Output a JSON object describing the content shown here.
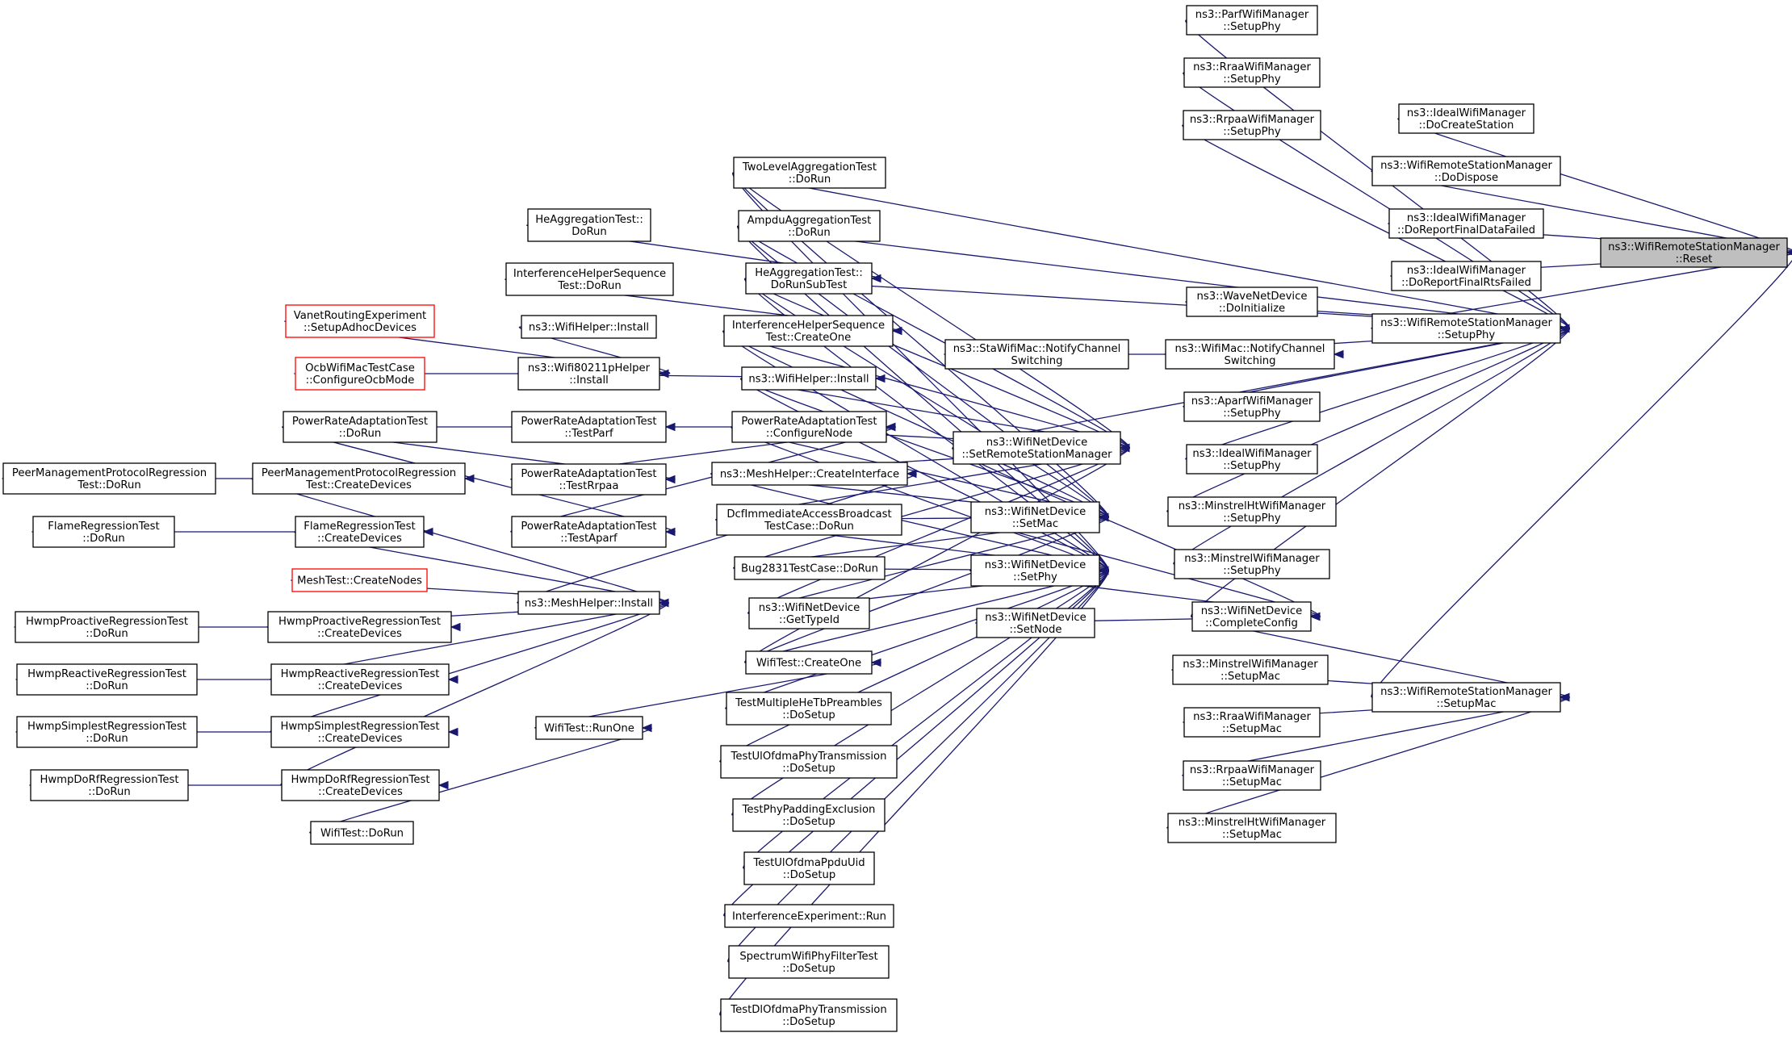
{
  "graph": {
    "edge_color": "#191970",
    "highlight_color": "#bfbfbf",
    "link_border_color": "#000000",
    "undocumented_border_color": "#ff0000",
    "nodes": [
      {
        "id": "reset",
        "lines": [
          "ns3::WifiRemoteStationManager",
          "::Reset"
        ],
        "style": "current"
      },
      {
        "id": "idealCreate",
        "lines": [
          "ns3::IdealWifiManager",
          "::DoCreateStation"
        ]
      },
      {
        "id": "wrsmDispose",
        "lines": [
          "ns3::WifiRemoteStationManager",
          "::DoDispose"
        ]
      },
      {
        "id": "idealData",
        "lines": [
          "ns3::IdealWifiManager",
          "::DoReportFinalDataFailed"
        ]
      },
      {
        "id": "idealRts",
        "lines": [
          "ns3::IdealWifiManager",
          "::DoReportFinalRtsFailed"
        ]
      },
      {
        "id": "setupPhy",
        "lines": [
          "ns3::WifiRemoteStationManager",
          "::SetupPhy"
        ]
      },
      {
        "id": "setupMac",
        "lines": [
          "ns3::WifiRemoteStationManager",
          "::SetupMac"
        ]
      },
      {
        "id": "parfPhy",
        "lines": [
          "ns3::ParfWifiManager",
          "::SetupPhy"
        ]
      },
      {
        "id": "rraaPhy",
        "lines": [
          "ns3::RraaWifiManager",
          "::SetupPhy"
        ]
      },
      {
        "id": "rrpaaPhy",
        "lines": [
          "ns3::RrpaaWifiManager",
          "::SetupPhy"
        ]
      },
      {
        "id": "waveInit",
        "lines": [
          "ns3::WaveNetDevice",
          "::DoInitialize"
        ]
      },
      {
        "id": "wifiMacNotify",
        "lines": [
          "ns3::WifiMac::NotifyChannel",
          "Switching"
        ]
      },
      {
        "id": "staNotify",
        "lines": [
          "ns3::StaWifiMac::NotifyChannel",
          "Switching"
        ]
      },
      {
        "id": "aparfPhy",
        "lines": [
          "ns3::AparfWifiManager",
          "::SetupPhy"
        ]
      },
      {
        "id": "idealPhy",
        "lines": [
          "ns3::IdealWifiManager",
          "::SetupPhy"
        ]
      },
      {
        "id": "minHtPhy",
        "lines": [
          "ns3::MinstrelHtWifiManager",
          "::SetupPhy"
        ]
      },
      {
        "id": "minPhy",
        "lines": [
          "ns3::MinstrelWifiManager",
          "::SetupPhy"
        ]
      },
      {
        "id": "completeConfig",
        "lines": [
          "ns3::WifiNetDevice",
          "::CompleteConfig"
        ]
      },
      {
        "id": "minMac",
        "lines": [
          "ns3::MinstrelWifiManager",
          "::SetupMac"
        ]
      },
      {
        "id": "rraaMac",
        "lines": [
          "ns3::RraaWifiManager",
          "::SetupMac"
        ]
      },
      {
        "id": "rrpaaMac",
        "lines": [
          "ns3::RrpaaWifiManager",
          "::SetupMac"
        ]
      },
      {
        "id": "minHtMac",
        "lines": [
          "ns3::MinstrelHtWifiManager",
          "::SetupMac"
        ]
      },
      {
        "id": "setRsm",
        "lines": [
          "ns3::WifiNetDevice",
          "::SetRemoteStationManager"
        ]
      },
      {
        "id": "setMac",
        "lines": [
          "ns3::WifiNetDevice",
          "::SetMac"
        ]
      },
      {
        "id": "setPhy",
        "lines": [
          "ns3::WifiNetDevice",
          "::SetPhy"
        ]
      },
      {
        "id": "setNode",
        "lines": [
          "ns3::WifiNetDevice",
          "::SetNode"
        ]
      },
      {
        "id": "twoLevel",
        "lines": [
          "TwoLevelAggregationTest",
          "::DoRun"
        ]
      },
      {
        "id": "ampdu",
        "lines": [
          "AmpduAggregationTest",
          "::DoRun"
        ]
      },
      {
        "id": "heSub",
        "lines": [
          "HeAggregationTest::",
          "DoRunSubTest"
        ]
      },
      {
        "id": "ihsCreate",
        "lines": [
          "InterferenceHelperSequence",
          "Test::CreateOne"
        ]
      },
      {
        "id": "wifiHelperInstall2",
        "lines": [
          "ns3::WifiHelper::Install"
        ]
      },
      {
        "id": "praConfig",
        "lines": [
          "PowerRateAdaptationTest",
          "::ConfigureNode"
        ]
      },
      {
        "id": "meshCreateIf",
        "lines": [
          "ns3::MeshHelper::CreateInterface"
        ]
      },
      {
        "id": "dcfImm",
        "lines": [
          "DcfImmediateAccessBroadcast",
          "TestCase::DoRun"
        ]
      },
      {
        "id": "bug2831",
        "lines": [
          "Bug2831TestCase::DoRun"
        ]
      },
      {
        "id": "getTypeId",
        "lines": [
          "ns3::WifiNetDevice",
          "::GetTypeId"
        ]
      },
      {
        "id": "wifiTestCreate",
        "lines": [
          "WifiTest::CreateOne"
        ]
      },
      {
        "id": "tmhe",
        "lines": [
          "TestMultipleHeTbPreambles",
          "::DoSetup"
        ]
      },
      {
        "id": "tulTrans",
        "lines": [
          "TestUlOfdmaPhyTransmission",
          "::DoSetup"
        ]
      },
      {
        "id": "tphyPad",
        "lines": [
          "TestPhyPaddingExclusion",
          "::DoSetup"
        ]
      },
      {
        "id": "tulPpdu",
        "lines": [
          "TestUlOfdmaPpduUid",
          "::DoSetup"
        ]
      },
      {
        "id": "intExp",
        "lines": [
          "InterferenceExperiment::Run"
        ]
      },
      {
        "id": "specFilter",
        "lines": [
          "SpectrumWifiPhyFilterTest",
          "::DoSetup"
        ]
      },
      {
        "id": "tdlTrans",
        "lines": [
          "TestDlOfdmaPhyTransmission",
          "::DoSetup"
        ]
      },
      {
        "id": "heDoRun",
        "lines": [
          "HeAggregationTest::",
          "DoRun"
        ]
      },
      {
        "id": "ihsDoRun",
        "lines": [
          "InterferenceHelperSequence",
          "Test::DoRun"
        ]
      },
      {
        "id": "wifiHelperInstall1",
        "lines": [
          "ns3::WifiHelper::Install"
        ]
      },
      {
        "id": "w80211p",
        "lines": [
          "ns3::Wifi80211pHelper",
          "::Install"
        ]
      },
      {
        "id": "vanet",
        "lines": [
          "VanetRoutingExperiment",
          "::SetupAdhocDevices"
        ],
        "style": "red"
      },
      {
        "id": "ocb",
        "lines": [
          "OcbWifiMacTestCase",
          "::ConfigureOcbMode"
        ],
        "style": "red"
      },
      {
        "id": "praDoRun",
        "lines": [
          "PowerRateAdaptationTest",
          "::DoRun"
        ]
      },
      {
        "id": "praParf",
        "lines": [
          "PowerRateAdaptationTest",
          "::TestParf"
        ]
      },
      {
        "id": "praRrpaa",
        "lines": [
          "PowerRateAdaptationTest",
          "::TestRrpaa"
        ]
      },
      {
        "id": "praAparf",
        "lines": [
          "PowerRateAdaptationTest",
          "::TestAparf"
        ]
      },
      {
        "id": "pmprDoRun",
        "lines": [
          "PeerManagementProtocolRegression",
          "Test::DoRun"
        ]
      },
      {
        "id": "pmprCreate",
        "lines": [
          "PeerManagementProtocolRegression",
          "Test::CreateDevices"
        ]
      },
      {
        "id": "flameDoRun",
        "lines": [
          "FlameRegressionTest",
          "::DoRun"
        ]
      },
      {
        "id": "flameCreate",
        "lines": [
          "FlameRegressionTest",
          "::CreateDevices"
        ]
      },
      {
        "id": "meshNodes",
        "lines": [
          "MeshTest::CreateNodes"
        ],
        "style": "red"
      },
      {
        "id": "meshInstall",
        "lines": [
          "ns3::MeshHelper::Install"
        ]
      },
      {
        "id": "hprDoRun",
        "lines": [
          "HwmpProactiveRegressionTest",
          "::DoRun"
        ]
      },
      {
        "id": "hprCreate",
        "lines": [
          "HwmpProactiveRegressionTest",
          "::CreateDevices"
        ]
      },
      {
        "id": "hrrDoRun",
        "lines": [
          "HwmpReactiveRegressionTest",
          "::DoRun"
        ]
      },
      {
        "id": "hrrCreate",
        "lines": [
          "HwmpReactiveRegressionTest",
          "::CreateDevices"
        ]
      },
      {
        "id": "hsrDoRun",
        "lines": [
          "HwmpSimplestRegressionTest",
          "::DoRun"
        ]
      },
      {
        "id": "hsrCreate",
        "lines": [
          "HwmpSimplestRegressionTest",
          "::CreateDevices"
        ]
      },
      {
        "id": "hdrDoRun",
        "lines": [
          "HwmpDoRfRegressionTest",
          "::DoRun"
        ]
      },
      {
        "id": "hdrCreate",
        "lines": [
          "HwmpDoRfRegressionTest",
          "::CreateDevices"
        ]
      },
      {
        "id": "wifiRunOne",
        "lines": [
          "WifiTest::RunOne"
        ]
      },
      {
        "id": "wifiTestDoRun",
        "lines": [
          "WifiTest::DoRun"
        ]
      }
    ],
    "edges": [
      [
        "idealCreate",
        "reset"
      ],
      [
        "wrsmDispose",
        "reset"
      ],
      [
        "idealData",
        "reset"
      ],
      [
        "idealRts",
        "reset"
      ],
      [
        "setupPhy",
        "reset"
      ],
      [
        "setupMac",
        "reset"
      ],
      [
        "parfPhy",
        "setupPhy"
      ],
      [
        "rraaPhy",
        "setupPhy"
      ],
      [
        "rrpaaPhy",
        "setupPhy"
      ],
      [
        "waveInit",
        "setupPhy"
      ],
      [
        "wifiMacNotify",
        "setupPhy"
      ],
      [
        "aparfPhy",
        "setupPhy"
      ],
      [
        "idealPhy",
        "setupPhy"
      ],
      [
        "minHtPhy",
        "setupPhy"
      ],
      [
        "minPhy",
        "setupPhy"
      ],
      [
        "completeConfig",
        "setupPhy"
      ],
      [
        "twoLevel",
        "setupPhy"
      ],
      [
        "ampdu",
        "setupPhy"
      ],
      [
        "heSub",
        "setupPhy"
      ],
      [
        "setRsm",
        "setupPhy"
      ],
      [
        "staNotify",
        "wifiMacNotify"
      ],
      [
        "minMac",
        "setupMac"
      ],
      [
        "rraaMac",
        "setupMac"
      ],
      [
        "rrpaaMac",
        "setupMac"
      ],
      [
        "minHtMac",
        "setupMac"
      ],
      [
        "completeConfig",
        "setupMac"
      ],
      [
        "setRsm",
        "completeConfig"
      ],
      [
        "setMac",
        "completeConfig"
      ],
      [
        "setPhy",
        "completeConfig"
      ],
      [
        "setNode",
        "completeConfig"
      ],
      [
        "twoLevel",
        "setRsm"
      ],
      [
        "ampdu",
        "setRsm"
      ],
      [
        "heSub",
        "setRsm"
      ],
      [
        "ihsCreate",
        "setRsm"
      ],
      [
        "wifiHelperInstall2",
        "setRsm"
      ],
      [
        "praConfig",
        "setRsm"
      ],
      [
        "meshCreateIf",
        "setRsm"
      ],
      [
        "dcfImm",
        "setRsm"
      ],
      [
        "bug2831",
        "setRsm"
      ],
      [
        "getTypeId",
        "setRsm"
      ],
      [
        "wifiTestCreate",
        "setRsm"
      ],
      [
        "twoLevel",
        "setMac"
      ],
      [
        "ampdu",
        "setMac"
      ],
      [
        "heSub",
        "setMac"
      ],
      [
        "ihsCreate",
        "setMac"
      ],
      [
        "wifiHelperInstall2",
        "setMac"
      ],
      [
        "praConfig",
        "setMac"
      ],
      [
        "meshCreateIf",
        "setMac"
      ],
      [
        "dcfImm",
        "setMac"
      ],
      [
        "bug2831",
        "setMac"
      ],
      [
        "getTypeId",
        "setMac"
      ],
      [
        "wifiTestCreate",
        "setMac"
      ],
      [
        "twoLevel",
        "setPhy"
      ],
      [
        "ampdu",
        "setPhy"
      ],
      [
        "heSub",
        "setPhy"
      ],
      [
        "ihsCreate",
        "setPhy"
      ],
      [
        "wifiHelperInstall2",
        "setPhy"
      ],
      [
        "praConfig",
        "setPhy"
      ],
      [
        "meshCreateIf",
        "setPhy"
      ],
      [
        "dcfImm",
        "setPhy"
      ],
      [
        "bug2831",
        "setPhy"
      ],
      [
        "getTypeId",
        "setPhy"
      ],
      [
        "wifiTestCreate",
        "setPhy"
      ],
      [
        "tmhe",
        "setPhy"
      ],
      [
        "tulTrans",
        "setPhy"
      ],
      [
        "tphyPad",
        "setPhy"
      ],
      [
        "tulPpdu",
        "setPhy"
      ],
      [
        "intExp",
        "setPhy"
      ],
      [
        "specFilter",
        "setPhy"
      ],
      [
        "tdlTrans",
        "setPhy"
      ],
      [
        "heDoRun",
        "heSub"
      ],
      [
        "ihsDoRun",
        "ihsCreate"
      ],
      [
        "wifiHelperInstall1",
        "w80211p"
      ],
      [
        "vanet",
        "w80211p"
      ],
      [
        "ocb",
        "w80211p"
      ],
      [
        "w80211p",
        "wifiHelperInstall2"
      ],
      [
        "praDoRun",
        "praParf"
      ],
      [
        "praDoRun",
        "praRrpaa"
      ],
      [
        "praDoRun",
        "praAparf"
      ],
      [
        "praParf",
        "praConfig"
      ],
      [
        "praRrpaa",
        "praConfig"
      ],
      [
        "praAparf",
        "praConfig"
      ],
      [
        "pmprDoRun",
        "pmprCreate"
      ],
      [
        "flameDoRun",
        "flameCreate"
      ],
      [
        "hprDoRun",
        "hprCreate"
      ],
      [
        "hrrDoRun",
        "hrrCreate"
      ],
      [
        "hsrDoRun",
        "hsrCreate"
      ],
      [
        "hdrDoRun",
        "hdrCreate"
      ],
      [
        "pmprCreate",
        "meshInstall"
      ],
      [
        "flameCreate",
        "meshInstall"
      ],
      [
        "meshNodes",
        "meshInstall"
      ],
      [
        "hprCreate",
        "meshInstall"
      ],
      [
        "hrrCreate",
        "meshInstall"
      ],
      [
        "hsrCreate",
        "meshInstall"
      ],
      [
        "hdrCreate",
        "meshInstall"
      ],
      [
        "meshInstall",
        "meshCreateIf"
      ],
      [
        "wifiRunOne",
        "wifiTestCreate"
      ],
      [
        "wifiTestDoRun",
        "wifiRunOne"
      ]
    ]
  }
}
